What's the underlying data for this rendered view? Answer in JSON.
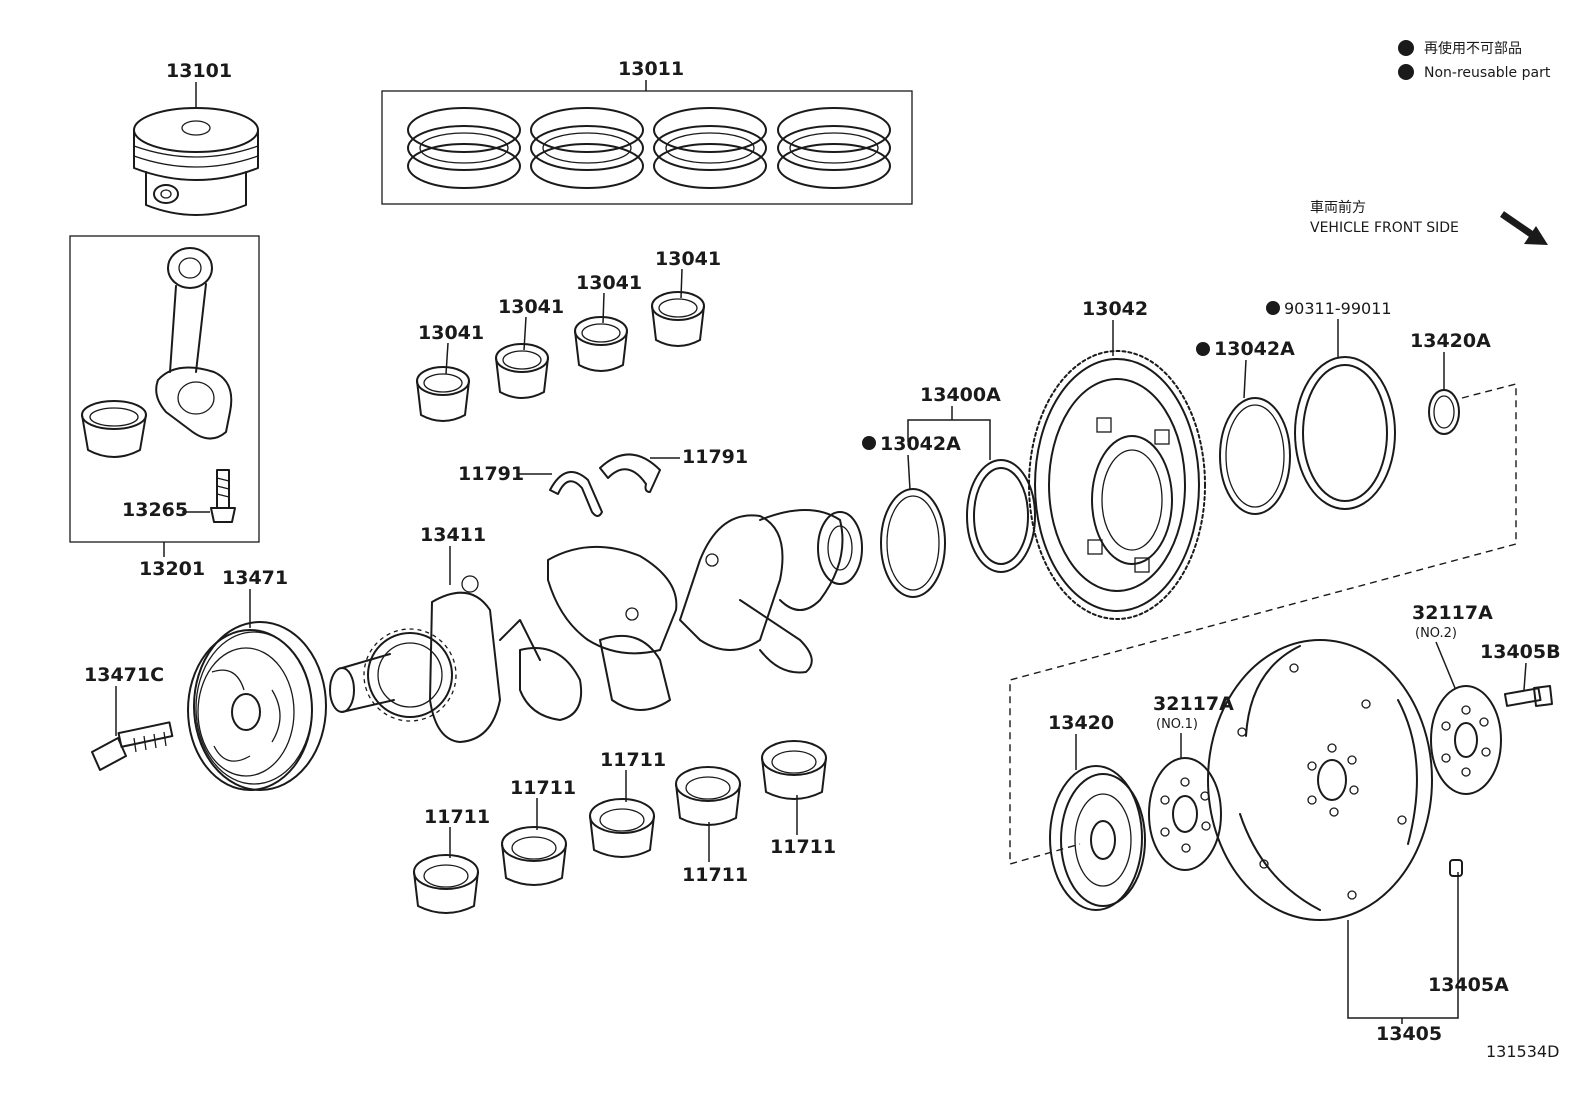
{
  "legend": {
    "jp": "再使用不可部品",
    "en": "Non-reusable part",
    "icon": "filled-circle"
  },
  "direction": {
    "jp": "車両前方",
    "en": "VEHICLE FRONT SIDE",
    "icon": "arrow-down-right"
  },
  "diagram_code": "131534D",
  "parts": {
    "p13101": "13101",
    "p13011": "13011",
    "p13201": "13201",
    "p13265": "13265",
    "p13041_a": "13041",
    "p13041_b": "13041",
    "p13041_c": "13041",
    "p13041_d": "13041",
    "p11791_l": "11791",
    "p11791_r": "11791",
    "p13411": "13411",
    "p13471": "13471",
    "p13471C": "13471C",
    "p11711_a": "11711",
    "p11711_b": "11711",
    "p11711_c": "11711",
    "p11711_d": "11711",
    "p11711_e": "11711",
    "p13400A": "13400A",
    "p13042A_l": "13042A",
    "p13042": "13042",
    "p13042A_r": "13042A",
    "p90311": "90311-99011",
    "p13420A": "13420A",
    "p32117A_2": "32117A",
    "p32117A_2_sub": "(NO.2)",
    "p13405B": "13405B",
    "p13420": "13420",
    "p32117A_1": "32117A",
    "p32117A_1_sub": "(NO.1)",
    "p13405A": "13405A",
    "p13405": "13405"
  }
}
